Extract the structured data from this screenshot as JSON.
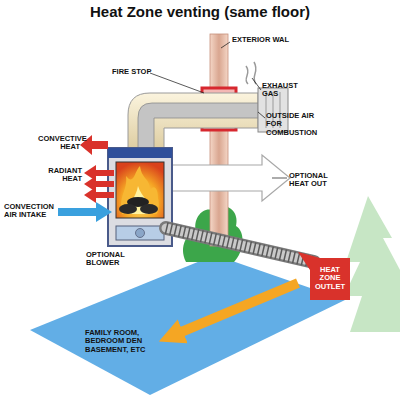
{
  "diagram": {
    "title": "Heat Zone venting (same floor)",
    "nodes": [
      {
        "text": [
          "HEAT ZONE OUTLET"
        ]
      },
      {
        "text": [
          "FAMILY ROOM, BEDROOM DEN BASEMENT, ETC"
        ]
      }
    ],
    "edges": [
      {
        "from": 0,
        "to": 1,
        "arrow": "to"
      }
    ],
    "labels": [
      "EXTERIOR WAL",
      "FIRE STOP",
      "EXHAUST GAS",
      "OUTSIDE AIR FOR COMBUSTION",
      "OPTIONAL HEAT OUT",
      "CONVECTIVE HEAT",
      "RADIANT HEAT",
      "CONVECTION AIR INTAKE",
      "OPTIONAL BLOWER"
    ]
  }
}
